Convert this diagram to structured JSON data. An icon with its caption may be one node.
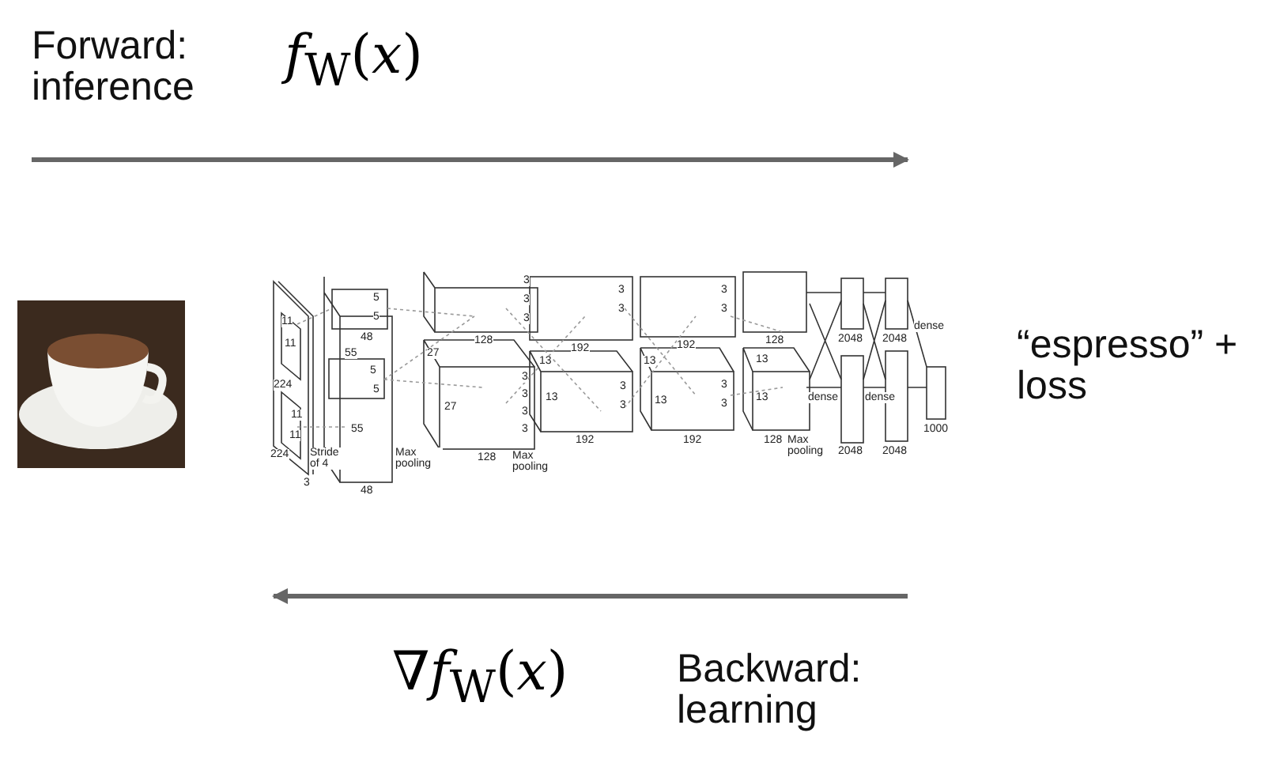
{
  "diagram": {
    "labels": [
      "Forward: inference",
      "*f*$_{W}$(*x*)",
      "11",
      "11",
      "224",
      "11",
      "11",
      "224",
      "Stride of 4",
      "3",
      "5",
      "5",
      "48",
      "55",
      "5",
      "5",
      "55",
      "48",
      "Max pooling",
      "3",
      "3",
      "3",
      "27",
      "128",
      "3",
      "3",
      "27",
      "3",
      "3",
      "128",
      "Max pooling",
      "3",
      "3",
      "192",
      "13",
      "3",
      "13",
      "3",
      "192",
      "3",
      "3",
      "192",
      "13",
      "3",
      "13",
      "3",
      "192",
      "128",
      "13",
      "13",
      "128",
      "Max pooling",
      "2048",
      "2048",
      "dense",
      "dense",
      "dense",
      "1000",
      "2048",
      "2048",
      "“espresso” + loss",
      "∇*f*$_{W}$(*x*)",
      "Backward: learning"
    ]
  }
}
